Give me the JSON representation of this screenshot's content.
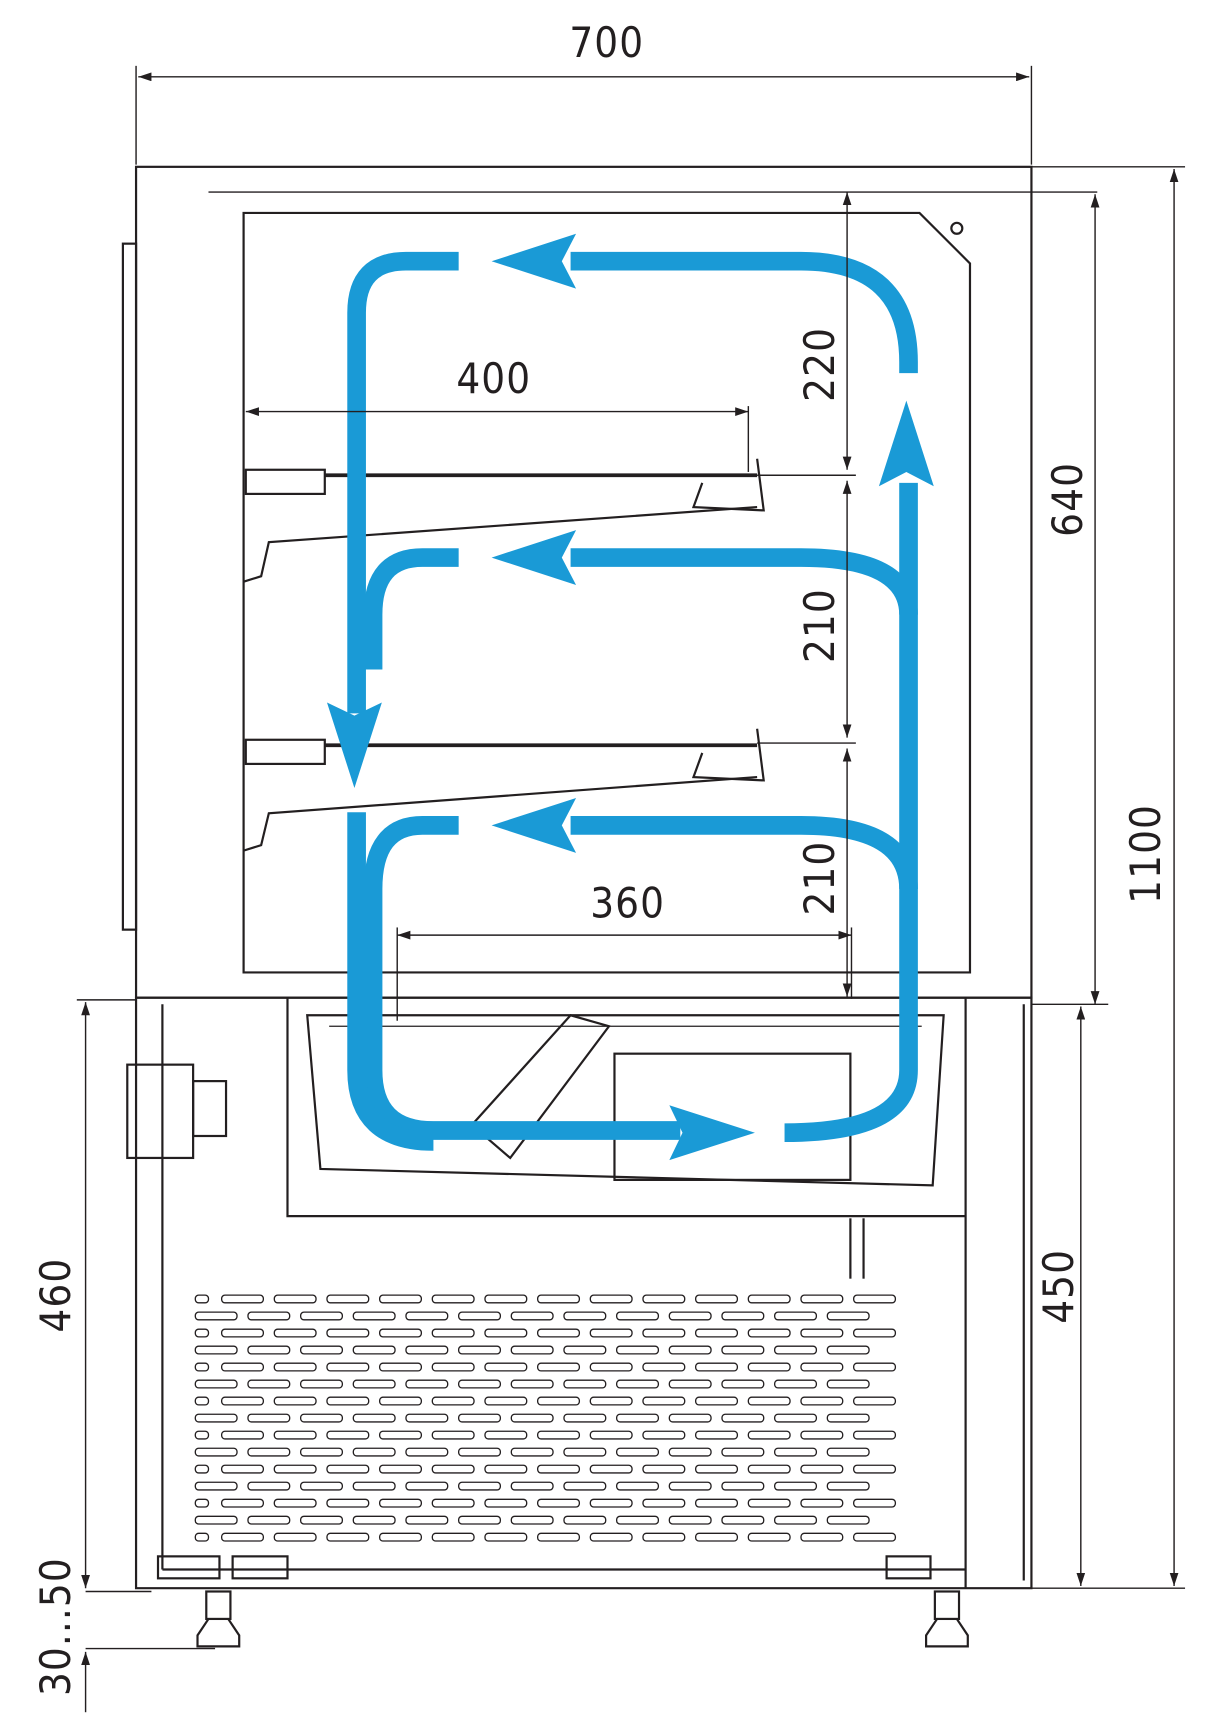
{
  "colors": {
    "airflow": "#1a9ad6",
    "line": "#231f20"
  },
  "dimensions": {
    "overall_width": "700",
    "shelf_depth_upper": "400",
    "shelf_depth_bottom": "360",
    "top_spacing": "220",
    "middle_spacing": "210",
    "lower_spacing": "210",
    "display_height": "640",
    "overall_height": "1100",
    "base_height_left": "460",
    "base_height_right": "450",
    "foot_adjustment": "30...50"
  }
}
